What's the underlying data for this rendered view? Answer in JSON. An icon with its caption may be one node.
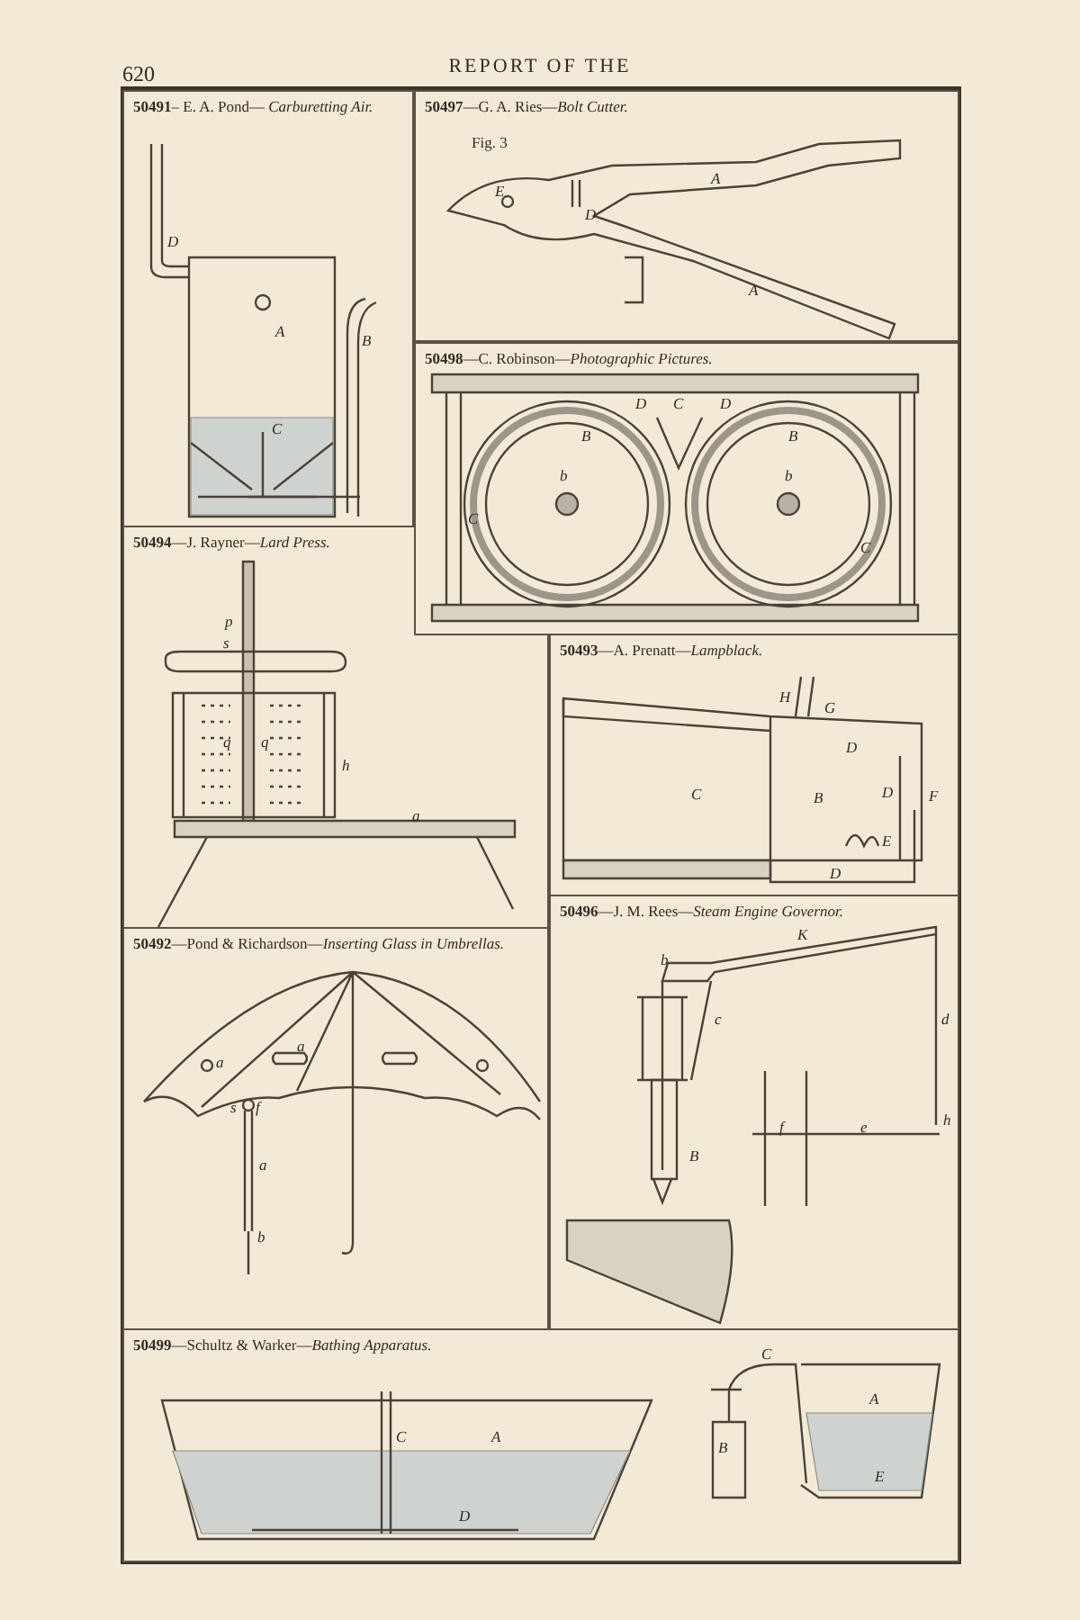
{
  "diagram": {
    "title": "REPORT OF THE",
    "nodes": [
      {
        "text": [
          "**50491**– E. A. Pond— *Carburetting Air.*"
        ]
      },
      {
        "text": [
          "**50497**—G. A. Ries—*Bolt Cutter.*"
        ]
      },
      {
        "text": [
          "**50498**—C. Robinson—*Photographic Pictures.*"
        ]
      },
      {
        "text": [
          "**50494**—J. Rayner—*Lard Press.*"
        ]
      },
      {
        "text": [
          "**50493**—A. Prenatt—*Lampblack.*"
        ]
      },
      {
        "text": [
          "**50496**—J. M. Rees—*Steam Engine Governor.*"
        ]
      },
      {
        "text": [
          "**50492**—Pond & Richardson—*Inserting Glass in Umbrellas.*"
        ]
      },
      {
        "text": [
          "**50499**—Schultz & Warker—*Bathing Apparatus.*"
        ]
      }
    ],
    "labels": [
      "620",
      "D",
      "A",
      "B",
      "C",
      "Fig. 3",
      "E",
      "A",
      "D",
      "A",
      "D",
      "C",
      "D",
      "B",
      "B",
      "b",
      "b",
      "C",
      "C",
      "p",
      "s",
      "q",
      "q",
      "h",
      "a",
      "H",
      "G",
      "D",
      "C",
      "B",
      "D",
      "F",
      "E",
      "D",
      "K",
      "b",
      "c",
      "d",
      "f",
      "e",
      "h",
      "B",
      "a",
      "a",
      "s",
      "f",
      "a",
      "b",
      "C",
      "A",
      "D",
      "C",
      "B",
      "A",
      "E"
    ]
  }
}
